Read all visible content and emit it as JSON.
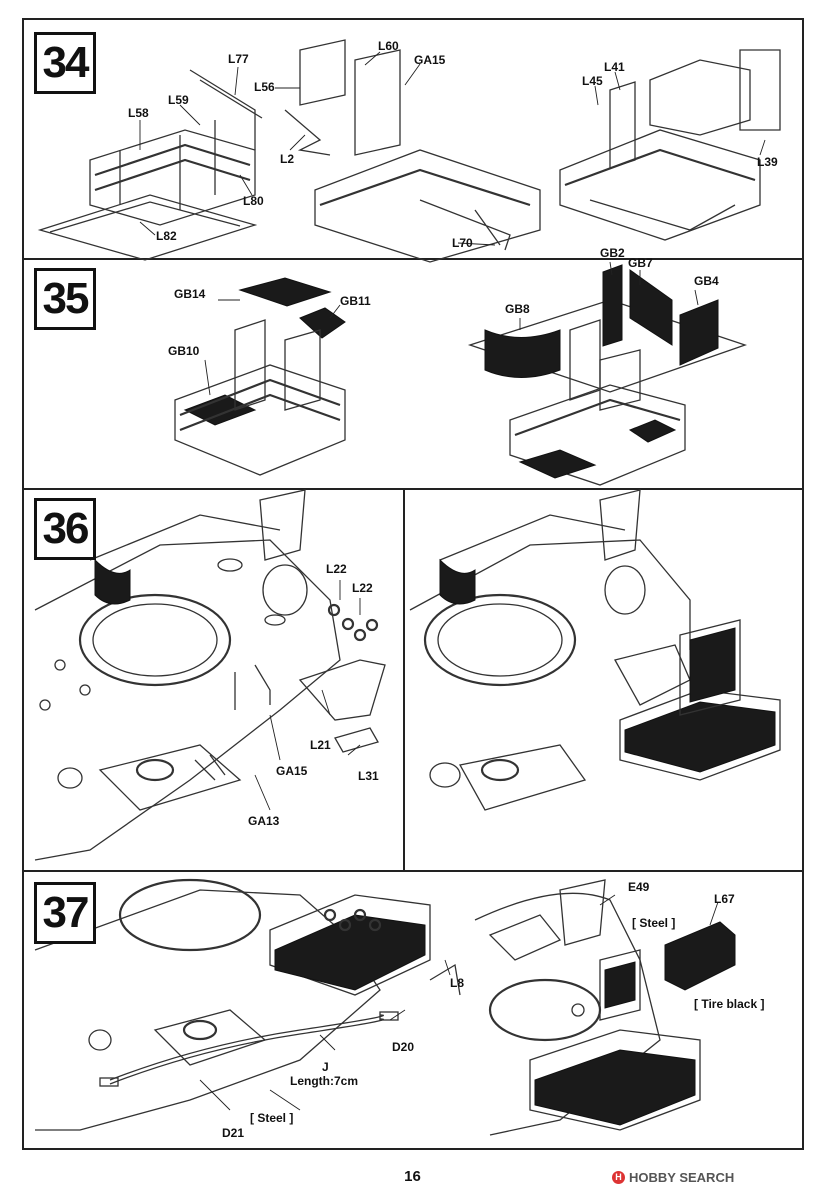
{
  "steps": {
    "s34": {
      "number": "34",
      "labels": [
        "L77",
        "L58",
        "L59",
        "L80",
        "L82",
        "L56",
        "L60",
        "GA15",
        "L2",
        "L70",
        "L41",
        "L45",
        "L39"
      ]
    },
    "s35": {
      "number": "35",
      "labels": [
        "GB14",
        "GB11",
        "GB10",
        "GB8",
        "GB2",
        "GB7",
        "GB4"
      ]
    },
    "s36": {
      "number": "36",
      "labels": [
        "L22",
        "L22",
        "L21",
        "L31",
        "GA15",
        "GA13"
      ]
    },
    "s37": {
      "number": "37",
      "labels": [
        "L8",
        "D20",
        "J",
        "Length:7cm",
        "[ Steel ]",
        "D21",
        "E49",
        "L67",
        "[ Steel ]",
        "[ Tire black ]"
      ]
    }
  },
  "page_number": "16",
  "watermark": "HOBBY SEARCH"
}
